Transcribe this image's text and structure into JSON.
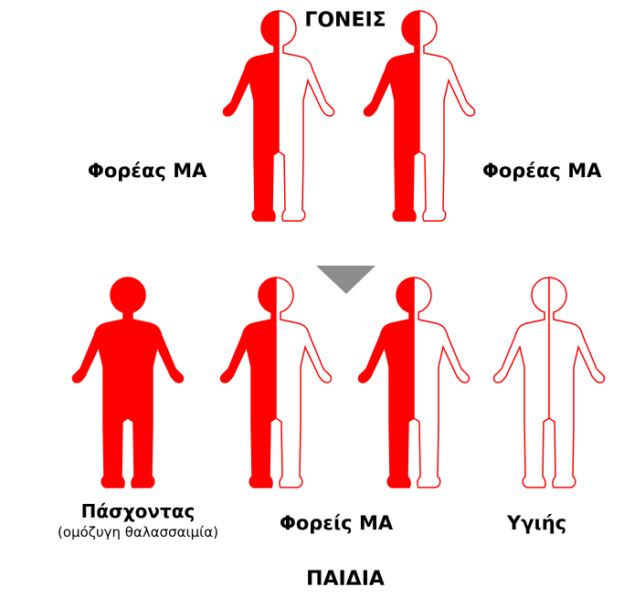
{
  "titles": {
    "parents": "ΓΟΝΕΙΣ",
    "children": "ΠΑΙΔΙΑ"
  },
  "parents": [
    {
      "label": "Φορέας ΜΑ",
      "status": "carrier"
    },
    {
      "label": "Φορέας ΜΑ",
      "status": "carrier"
    }
  ],
  "children": [
    {
      "label": "Πάσχοντας",
      "sublabel": "(ομόζυγη θαλασσαιμία)",
      "status": "affected"
    },
    {
      "label": "Φορείς ΜΑ",
      "status": "carrier"
    },
    {
      "label": "",
      "status": "carrier"
    },
    {
      "label": "Υγιής",
      "status": "healthy"
    }
  ],
  "colors": {
    "red": "#ff0000",
    "arrow": "#8c8c8c",
    "background": "#ffffff"
  }
}
